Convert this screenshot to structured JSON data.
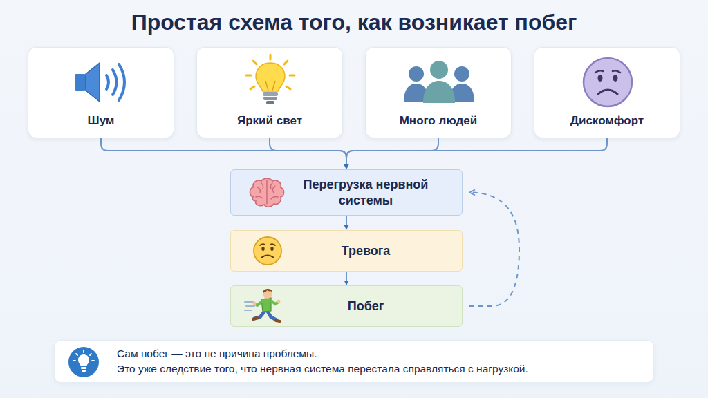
{
  "diagram": {
    "title": "Простая схема того, как возникает побег",
    "nodes": [
      {
        "text": [
          "Шум"
        ]
      },
      {
        "text": [
          "Яркий свет"
        ]
      },
      {
        "text": [
          "Много людей"
        ]
      },
      {
        "text": [
          "Дискомфорт"
        ]
      },
      {
        "text": [
          "Перегрузка нервной системы"
        ]
      },
      {
        "text": [
          "Тревога"
        ]
      },
      {
        "text": [
          "Побег"
        ]
      },
      {
        "text": [
          "Сам побег — это не причина проблемы.",
          "Это уже следствие того, что нервная система перестала справляться с нагрузкой."
        ]
      }
    ],
    "edges": [
      {
        "from": 0,
        "to": 4,
        "arrow": "to"
      },
      {
        "from": 1,
        "to": 4,
        "arrow": "to"
      },
      {
        "from": 2,
        "to": 4,
        "arrow": "to"
      },
      {
        "from": 3,
        "to": 4,
        "arrow": "to"
      },
      {
        "from": 4,
        "to": 5,
        "arrow": "to"
      },
      {
        "from": 5,
        "to": 6,
        "arrow": "to"
      },
      {
        "from": 6,
        "to": 4,
        "arrow": "to"
      }
    ]
  }
}
